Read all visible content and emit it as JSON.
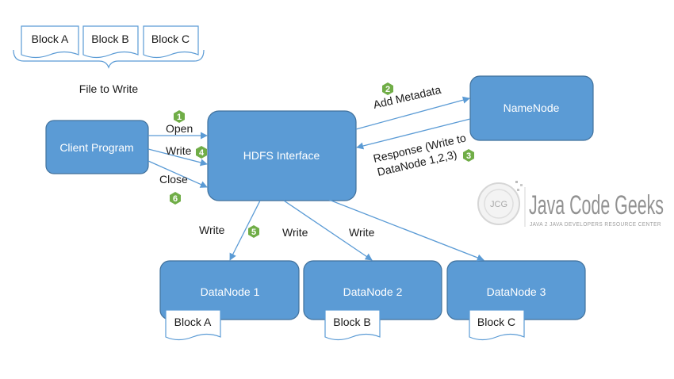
{
  "file_blocks": [
    "Block A",
    "Block B",
    "Block C"
  ],
  "file_to_write_label": "File to Write",
  "nodes": {
    "client": "Client Program",
    "hdfs": "HDFS Interface",
    "namenode": "NameNode",
    "datanodes": [
      "DataNode 1",
      "DataNode 2",
      "DataNode 3"
    ]
  },
  "datanode_blocks": [
    "Block A",
    "Block B",
    "Block C"
  ],
  "edges": {
    "open": "Open",
    "write": "Write",
    "close": "Close",
    "add_metadata": "Add Metadata",
    "response_line1": "Response (Write to",
    "response_line2": "DataNode 1,2,3)",
    "dn_write_1": "Write",
    "dn_write_2": "Write",
    "dn_write_3": "Write"
  },
  "steps": {
    "open": "1",
    "add_metadata": "2",
    "response": "3",
    "write": "4",
    "dn_write": "5",
    "close": "6"
  },
  "logo": {
    "badge": "JCG",
    "name": "Java Code Geeks",
    "tagline": "JAVA 2 JAVA DEVELOPERS RESOURCE CENTER"
  },
  "colors": {
    "box_fill": "#5b9bd5",
    "box_stroke": "#41719c",
    "step_badge": "#70ad47",
    "arrow": "#5b9bd5"
  }
}
